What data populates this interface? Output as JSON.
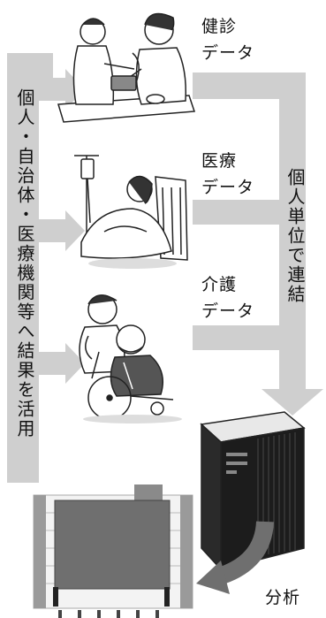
{
  "labels": {
    "checkup": [
      "健診",
      "データ"
    ],
    "medical": [
      "医療",
      "データ"
    ],
    "care": [
      "介護",
      "データ"
    ],
    "analysis": "分析"
  },
  "vertical": {
    "left": "個人・自治体・医療機関等へ結果を活用",
    "right": "個人単位で連結"
  },
  "colors": {
    "arrow_gray": "#cfcfcf",
    "dark_gray": "#6f6f6f",
    "server_dark": "#1c1c1c"
  },
  "icons": {
    "scene1": "checkup-blood-pressure-illustration",
    "scene2": "hospital-bed-iv-illustration",
    "scene3": "wheelchair-caregiver-illustration",
    "server": "server-computer-icon",
    "chip": "processor-chip-icon"
  }
}
